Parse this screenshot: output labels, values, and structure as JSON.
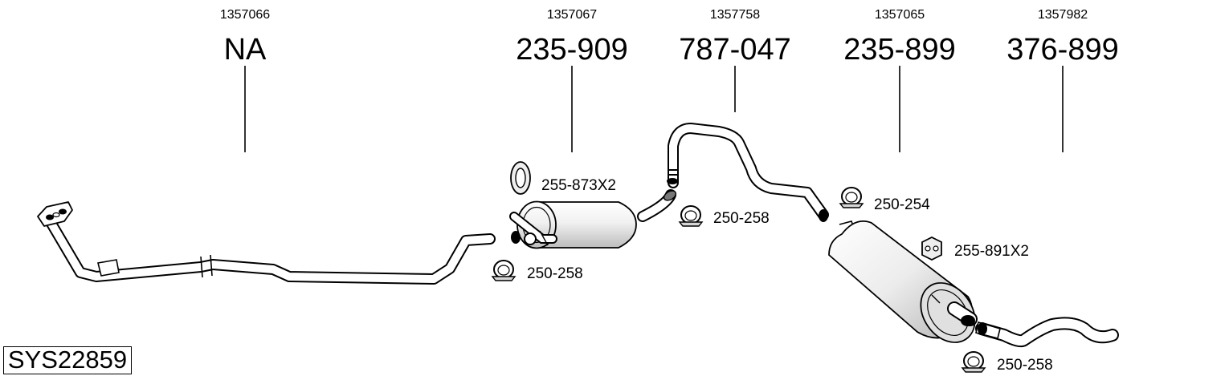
{
  "system_code": "SYS22859",
  "columns": [
    {
      "ref": "1357066",
      "code": "NA"
    },
    {
      "ref": "1357067",
      "code": "235-909"
    },
    {
      "ref": "1357758",
      "code": "787-047"
    },
    {
      "ref": "1357065",
      "code": "235-899"
    },
    {
      "ref": "1357982",
      "code": "376-899"
    }
  ],
  "accessories": [
    {
      "label": "255-873X2",
      "icon": "rubber-hanger-ring-icon"
    },
    {
      "label": "250-258",
      "icon": "pipe-clamp-icon"
    },
    {
      "label": "250-258",
      "icon": "pipe-clamp-icon"
    },
    {
      "label": "250-254",
      "icon": "pipe-clamp-icon"
    },
    {
      "label": "255-891X2",
      "icon": "rubber-mount-icon"
    },
    {
      "label": "250-258",
      "icon": "pipe-clamp-icon"
    }
  ]
}
